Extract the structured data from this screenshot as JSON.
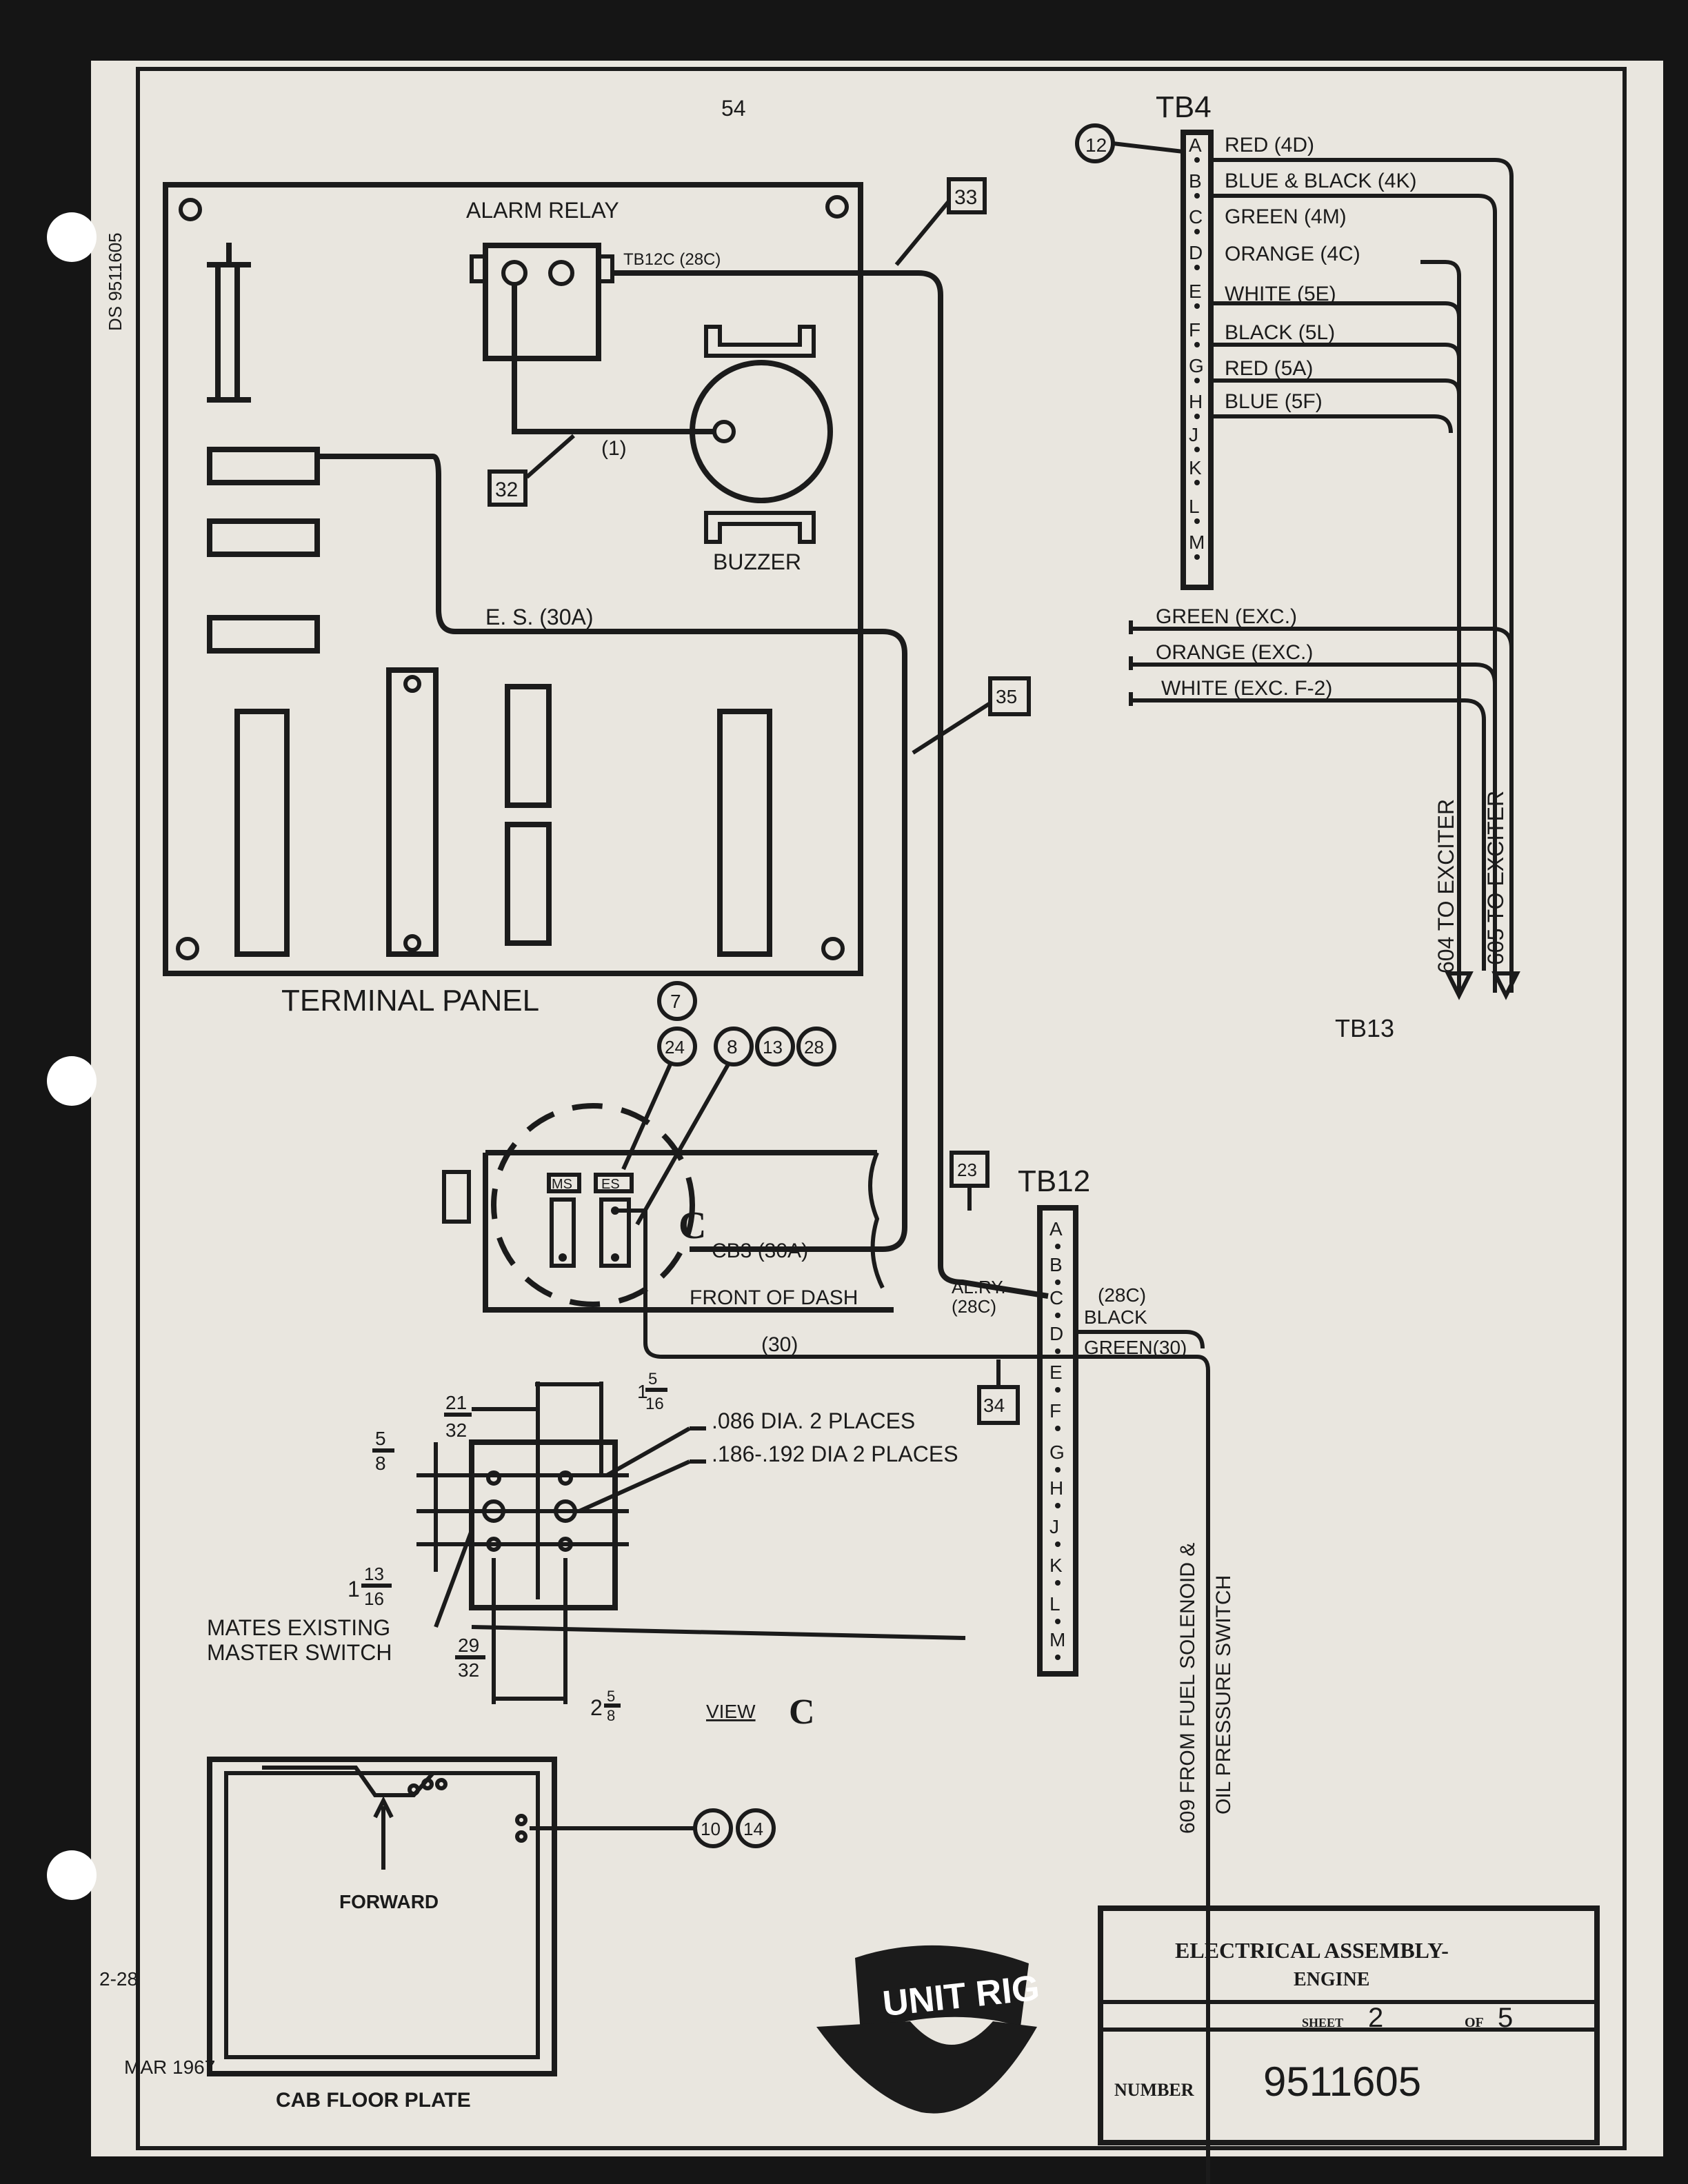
{
  "page_number": "54",
  "side_notes": [
    "DS 9511605",
    "2-28",
    "MAR 1967"
  ],
  "terminal_panel": {
    "label": "TERMINAL PANEL",
    "callout": "7",
    "alarm_relay": "ALARM RELAY",
    "tb12c_label": "TB12C (28C)",
    "buzzer": "BUZZER",
    "wire_1": "(1)",
    "es_label": "E. S. (30A)"
  },
  "callouts": {
    "c33": "33",
    "c32": "32",
    "c35": "35",
    "c12": "12",
    "c23": "23",
    "c34": "34",
    "c24": "24",
    "c8": "8",
    "c13": "13",
    "c28": "28",
    "c10": "10",
    "c14": "14"
  },
  "tb4": {
    "title": "TB4",
    "letters": [
      "A",
      "B",
      "C",
      "D",
      "E",
      "F",
      "G",
      "H",
      "J",
      "K",
      "L",
      "M"
    ],
    "wires": [
      "RED (4D)",
      "BLUE & BLACK (4K)",
      "GREEN (4M)",
      "ORANGE (4C)",
      "WHITE (5E)",
      "BLACK (5L)",
      "RED (5A)",
      "BLUE (5F)"
    ]
  },
  "exciter": {
    "wires": [
      "GREEN (EXC.)",
      "ORANGE (EXC.)",
      "WHITE (EXC. F-2)"
    ],
    "to_604": "604 TO EXCITER",
    "to_605": "605 TO EXCITER"
  },
  "tb13": "TB13",
  "dash": {
    "ms_tag": "MS",
    "es_tag": "ES",
    "view_letter": "C",
    "cb3": "CB3 (30A)",
    "front_of_dash": "FRONT OF DASH",
    "wire_30": "(30)"
  },
  "tb12": {
    "title": "TB12",
    "letters": [
      "A",
      "B",
      "C",
      "D",
      "E",
      "F",
      "G",
      "H",
      "J",
      "K",
      "L",
      "M"
    ],
    "al_ry": "AL.RY.",
    "al_ry_2": "(28C)",
    "black_1": "(28C)",
    "black_2": "BLACK",
    "green": "GREEN(30)",
    "from_609": "609 FROM FUEL SOLENOID &",
    "oil_pressure": "OIL PRESSURE SWITCH"
  },
  "view_c": {
    "dim_21_num": "21",
    "dim_21_den": "32",
    "dim_15_whole": "1",
    "dim_15_num": "5",
    "dim_15_den": "16",
    "dim_58_num": "5",
    "dim_58_den": "8",
    "dim_113_whole": "1",
    "dim_113_num": "13",
    "dim_113_den": "16",
    "dim_29_num": "29",
    "dim_29_den": "32",
    "dim_258_whole": "2",
    "dim_258_num": "5",
    "dim_258_den": "8",
    "hole_086": ".086 DIA. 2 PLACES",
    "hole_186": ".186-.192 DIA 2 PLACES",
    "mates_1": "MATES EXISTING",
    "mates_2": "MASTER SWITCH",
    "view_label": "VIEW",
    "view_letter": "C"
  },
  "cab_floor": {
    "forward": "FORWARD",
    "label": "CAB FLOOR PLATE"
  },
  "logo": {
    "text": "UNIT RIG"
  },
  "title_block": {
    "title_1": "ELECTRICAL ASSEMBLY-",
    "title_2": "ENGINE",
    "sheet_label": "SHEET",
    "sheet_no": "2",
    "of_label": "OF",
    "of_total": "5",
    "number_label": "NUMBER",
    "number": "9511605"
  }
}
